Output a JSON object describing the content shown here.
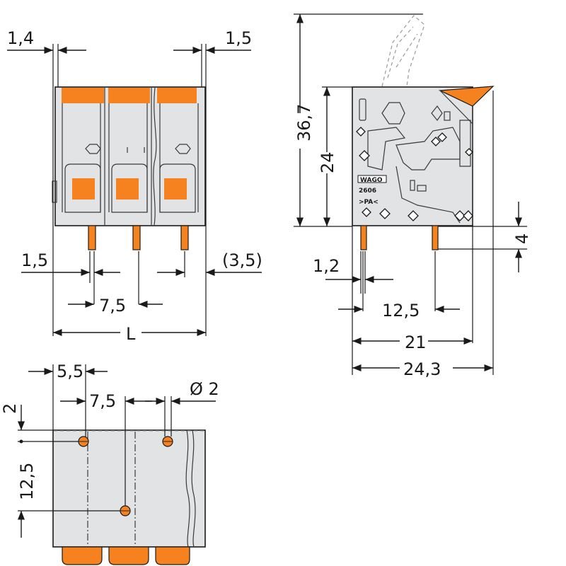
{
  "front_view": {
    "dim_left_top": "1,4",
    "dim_right_top": "1,5",
    "dim_left_bottom": "1,5",
    "dim_right_bottom": "(3,5)",
    "dim_pitch": "7,5",
    "dim_length": "L"
  },
  "side_view": {
    "dim_height_total": "36,7",
    "dim_height_body": "24",
    "dim_pin_length": "4",
    "dim_pin_width": "1,2",
    "dim_pin_spacing": "12,5",
    "dim_depth_21": "21",
    "dim_depth_total": "24,3",
    "logo_text": "WAGO",
    "part_number": "2606",
    "material_mark": ">PA<"
  },
  "footprint_view": {
    "dim_edge_offset": "5,5",
    "dim_pitch": "7,5",
    "dim_hole_diameter": "Ø 2",
    "dim_top_offset": "2",
    "dim_row_spacing": "12,5"
  },
  "colors": {
    "accent": "#f5821f",
    "body": "#e2e3e5",
    "line": "#1a1a1a"
  }
}
